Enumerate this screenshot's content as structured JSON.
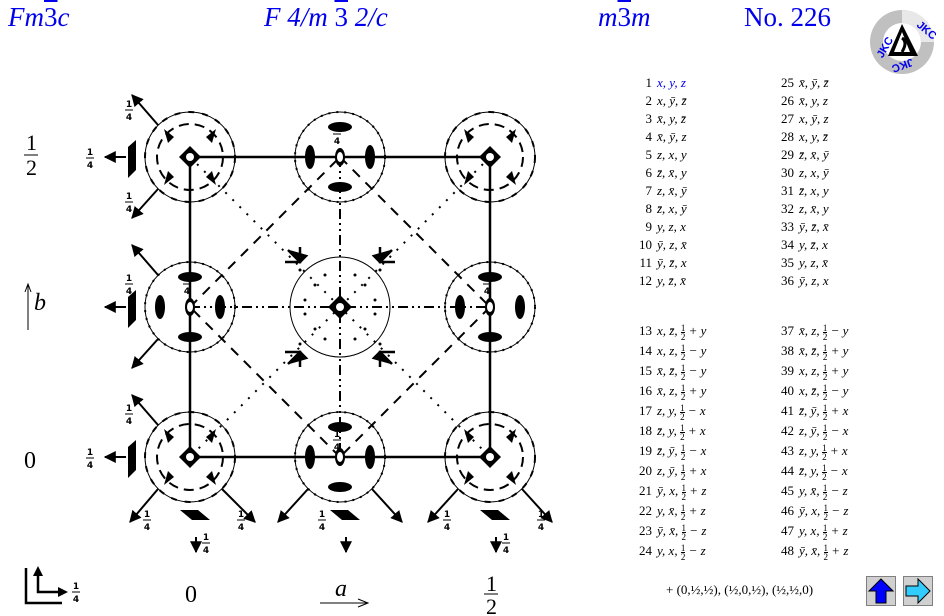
{
  "header": {
    "hermann_mauguin_short": {
      "parts": [
        "Fm",
        "3",
        "c"
      ]
    },
    "full_symbol": {
      "parts": [
        "F 4/m ",
        "3",
        " 2/c"
      ]
    },
    "point_group": {
      "parts": [
        "m",
        "3",
        "m"
      ]
    },
    "number_label": "No. 226",
    "logo": {
      "text": "JKC",
      "colors": {
        "ring": "#c0c0c0",
        "text": "#0000ee"
      }
    }
  },
  "diagram": {
    "axis_labels": {
      "left_half": "1/2",
      "left_b": "b",
      "left_zero": "0",
      "bottom_zero": "0",
      "bottom_a": "a",
      "bottom_half": "1/2"
    },
    "height_labels": [
      "1/4",
      "1/4",
      "1/4",
      "1/4",
      "1/4",
      "1/4",
      "1/4",
      "1/4",
      "1/4",
      "1/4",
      "1/4",
      "1/4"
    ],
    "legend_corner_label": "1/4"
  },
  "symmetry_operations": {
    "column1": [
      {
        "n": "1",
        "c": "x, y, z"
      },
      {
        "n": "2",
        "c": "x, ȳ, z̄"
      },
      {
        "n": "3",
        "c": "x̄, y, z̄"
      },
      {
        "n": "4",
        "c": "x̄, ȳ, z"
      },
      {
        "n": "5",
        "c": "z, x, y"
      },
      {
        "n": "6",
        "c": "z̄, x̄, y"
      },
      {
        "n": "7",
        "c": "z, x̄, ȳ"
      },
      {
        "n": "8",
        "c": "z̄, x, ȳ"
      },
      {
        "n": "9",
        "c": "y, z, x"
      },
      {
        "n": "10",
        "c": "ȳ, z, x̄"
      },
      {
        "n": "11",
        "c": "ȳ, z̄, x"
      },
      {
        "n": "12",
        "c": "y, z̄, x̄"
      },
      {
        "n": "13",
        "c": "x, z̄, ",
        "h": "+ y"
      },
      {
        "n": "14",
        "c": "x, z, ",
        "h": "− y"
      },
      {
        "n": "15",
        "c": "x̄, z̄, ",
        "h": "− y"
      },
      {
        "n": "16",
        "c": "x̄, z, ",
        "h": "+ y"
      },
      {
        "n": "17",
        "c": "z, y, ",
        "h": "− x"
      },
      {
        "n": "18",
        "c": "z̄, y, ",
        "h": "+ x"
      },
      {
        "n": "19",
        "c": "z̄, ȳ, ",
        "h": "− x"
      },
      {
        "n": "20",
        "c": "z, ȳ, ",
        "h": "+ x"
      },
      {
        "n": "21",
        "c": "ȳ, x, ",
        "h": "+ z"
      },
      {
        "n": "22",
        "c": "y, x̄, ",
        "h": "+ z"
      },
      {
        "n": "23",
        "c": "ȳ, x̄, ",
        "h": "− z"
      },
      {
        "n": "24",
        "c": "y, x, ",
        "h": "− z"
      }
    ],
    "column2": [
      {
        "n": "25",
        "c": "x̄, ȳ, z̄"
      },
      {
        "n": "26",
        "c": "x̄, y, z"
      },
      {
        "n": "27",
        "c": "x, ȳ, z"
      },
      {
        "n": "28",
        "c": "x, y, z̄"
      },
      {
        "n": "29",
        "c": "z̄, x̄, ȳ"
      },
      {
        "n": "30",
        "c": "z, x, ȳ"
      },
      {
        "n": "31",
        "c": "z̄, x, y"
      },
      {
        "n": "32",
        "c": "z, x̄, y"
      },
      {
        "n": "33",
        "c": "ȳ, z̄, x̄"
      },
      {
        "n": "34",
        "c": "y, z̄, x"
      },
      {
        "n": "35",
        "c": "y, z, x̄"
      },
      {
        "n": "36",
        "c": "ȳ, z, x"
      },
      {
        "n": "37",
        "c": "x̄, z, ",
        "h": "− y"
      },
      {
        "n": "38",
        "c": "x̄, z̄, ",
        "h": "+ y"
      },
      {
        "n": "39",
        "c": "x, z, ",
        "h": "+ y"
      },
      {
        "n": "40",
        "c": "x, z̄, ",
        "h": "− y"
      },
      {
        "n": "41",
        "c": "z̄, ȳ, ",
        "h": "+ x"
      },
      {
        "n": "42",
        "c": "z, ȳ, ",
        "h": "− x"
      },
      {
        "n": "43",
        "c": "z, y, ",
        "h": "+ x"
      },
      {
        "n": "44",
        "c": "z̄, y, ",
        "h": "− x"
      },
      {
        "n": "45",
        "c": "y, x̄, ",
        "h": "− z"
      },
      {
        "n": "46",
        "c": "ȳ, x, ",
        "h": "− z"
      },
      {
        "n": "47",
        "c": "y, x, ",
        "h": "+ z"
      },
      {
        "n": "48",
        "c": "ȳ, x̄, ",
        "h": "+ z"
      }
    ],
    "half_num": "1",
    "half_den": "2"
  },
  "centering": {
    "prefix": "+ ",
    "translations": [
      "(0,½,½)",
      "(½,0,½)",
      "(½,½,0)"
    ]
  },
  "nav": {
    "up_icon": "arrow-up-icon",
    "next_icon": "arrow-right-icon",
    "colors": {
      "up": "#0000ff",
      "next": "#33ccff",
      "button_bg": "#d0d0d0"
    }
  }
}
